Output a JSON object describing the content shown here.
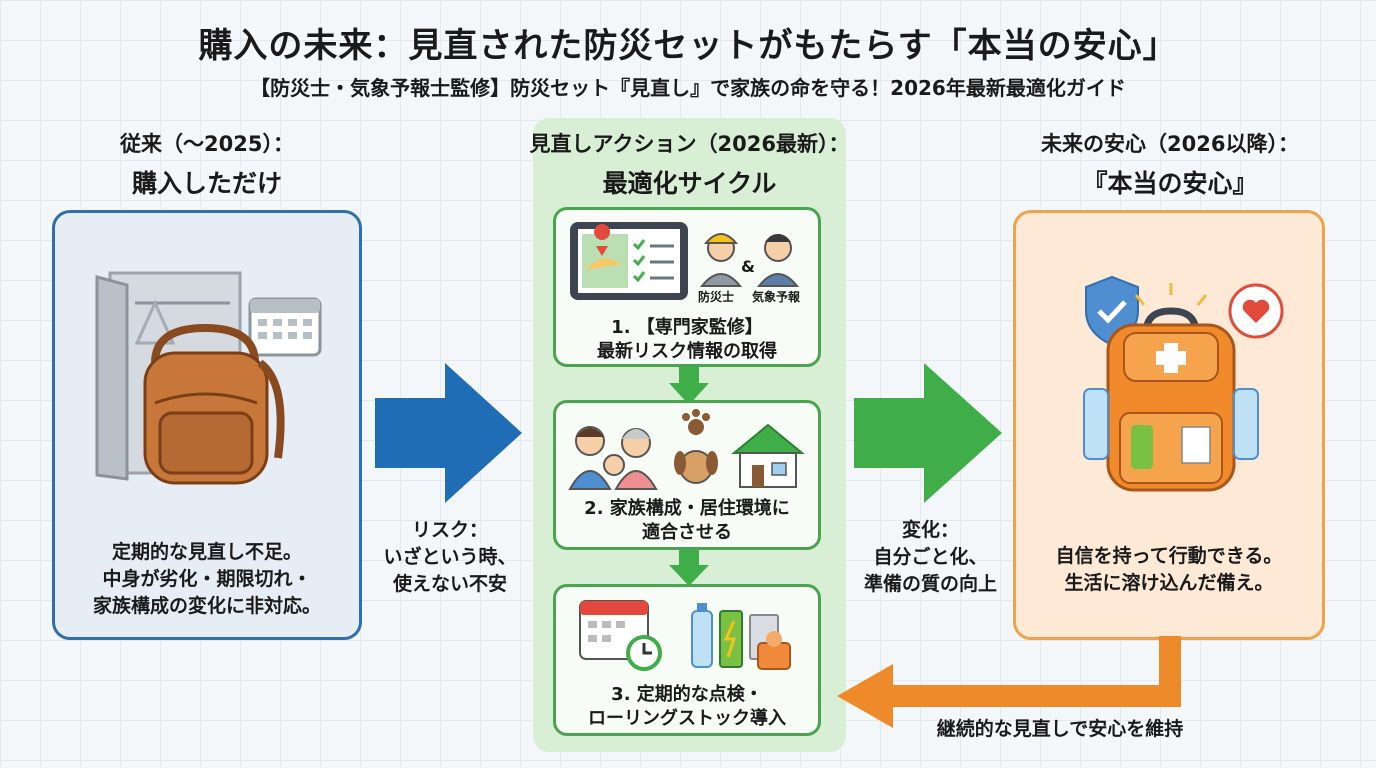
{
  "title": "購入の未来：見直された防災セットがもたらす「本当の安心」",
  "subtitle": "【防災士・気象予報士監修】防災セット『見直し』で家族の命を守る！2026年最新最適化ガイド",
  "left": {
    "head_line1": "従来（～2025）：",
    "head_line2": "購入しただけ",
    "body": [
      "定期的な見直し不足。",
      "中身が劣化・期限切れ・",
      "家族構成の変化に非対応。"
    ]
  },
  "middle": {
    "head_line1": "見直しアクション（2026最新）：",
    "head_line2": "最適化サイクル",
    "step1": {
      "tag_a": "防災士",
      "tag_b": "気象予報",
      "amp": "&",
      "lines": [
        "1. 【専門家監修】",
        "最新リスク情報の取得"
      ]
    },
    "step2": {
      "lines": [
        "2. 家族構成・居住環境に",
        "適合させる"
      ]
    },
    "step3": {
      "lines": [
        "3. 定期的な点検・",
        "ローリングストック導入"
      ]
    }
  },
  "right": {
    "head_line1": "未来の安心（2026以降）：",
    "head_line2": "『本当の安心』",
    "body": [
      "自信を持って行動できる。",
      "生活に溶け込んだ備え。"
    ]
  },
  "arrow_left_label": [
    "リスク：",
    "いざという時、",
    "使えない不安"
  ],
  "arrow_right_label": [
    "変化：",
    "自分ごと化、",
    "準備の質の向上"
  ],
  "loop_label": "継続的な見直しで安心を維持",
  "colors": {
    "blue": "#1f6db5",
    "green": "#3fae49",
    "orange": "#ee8a2a"
  }
}
